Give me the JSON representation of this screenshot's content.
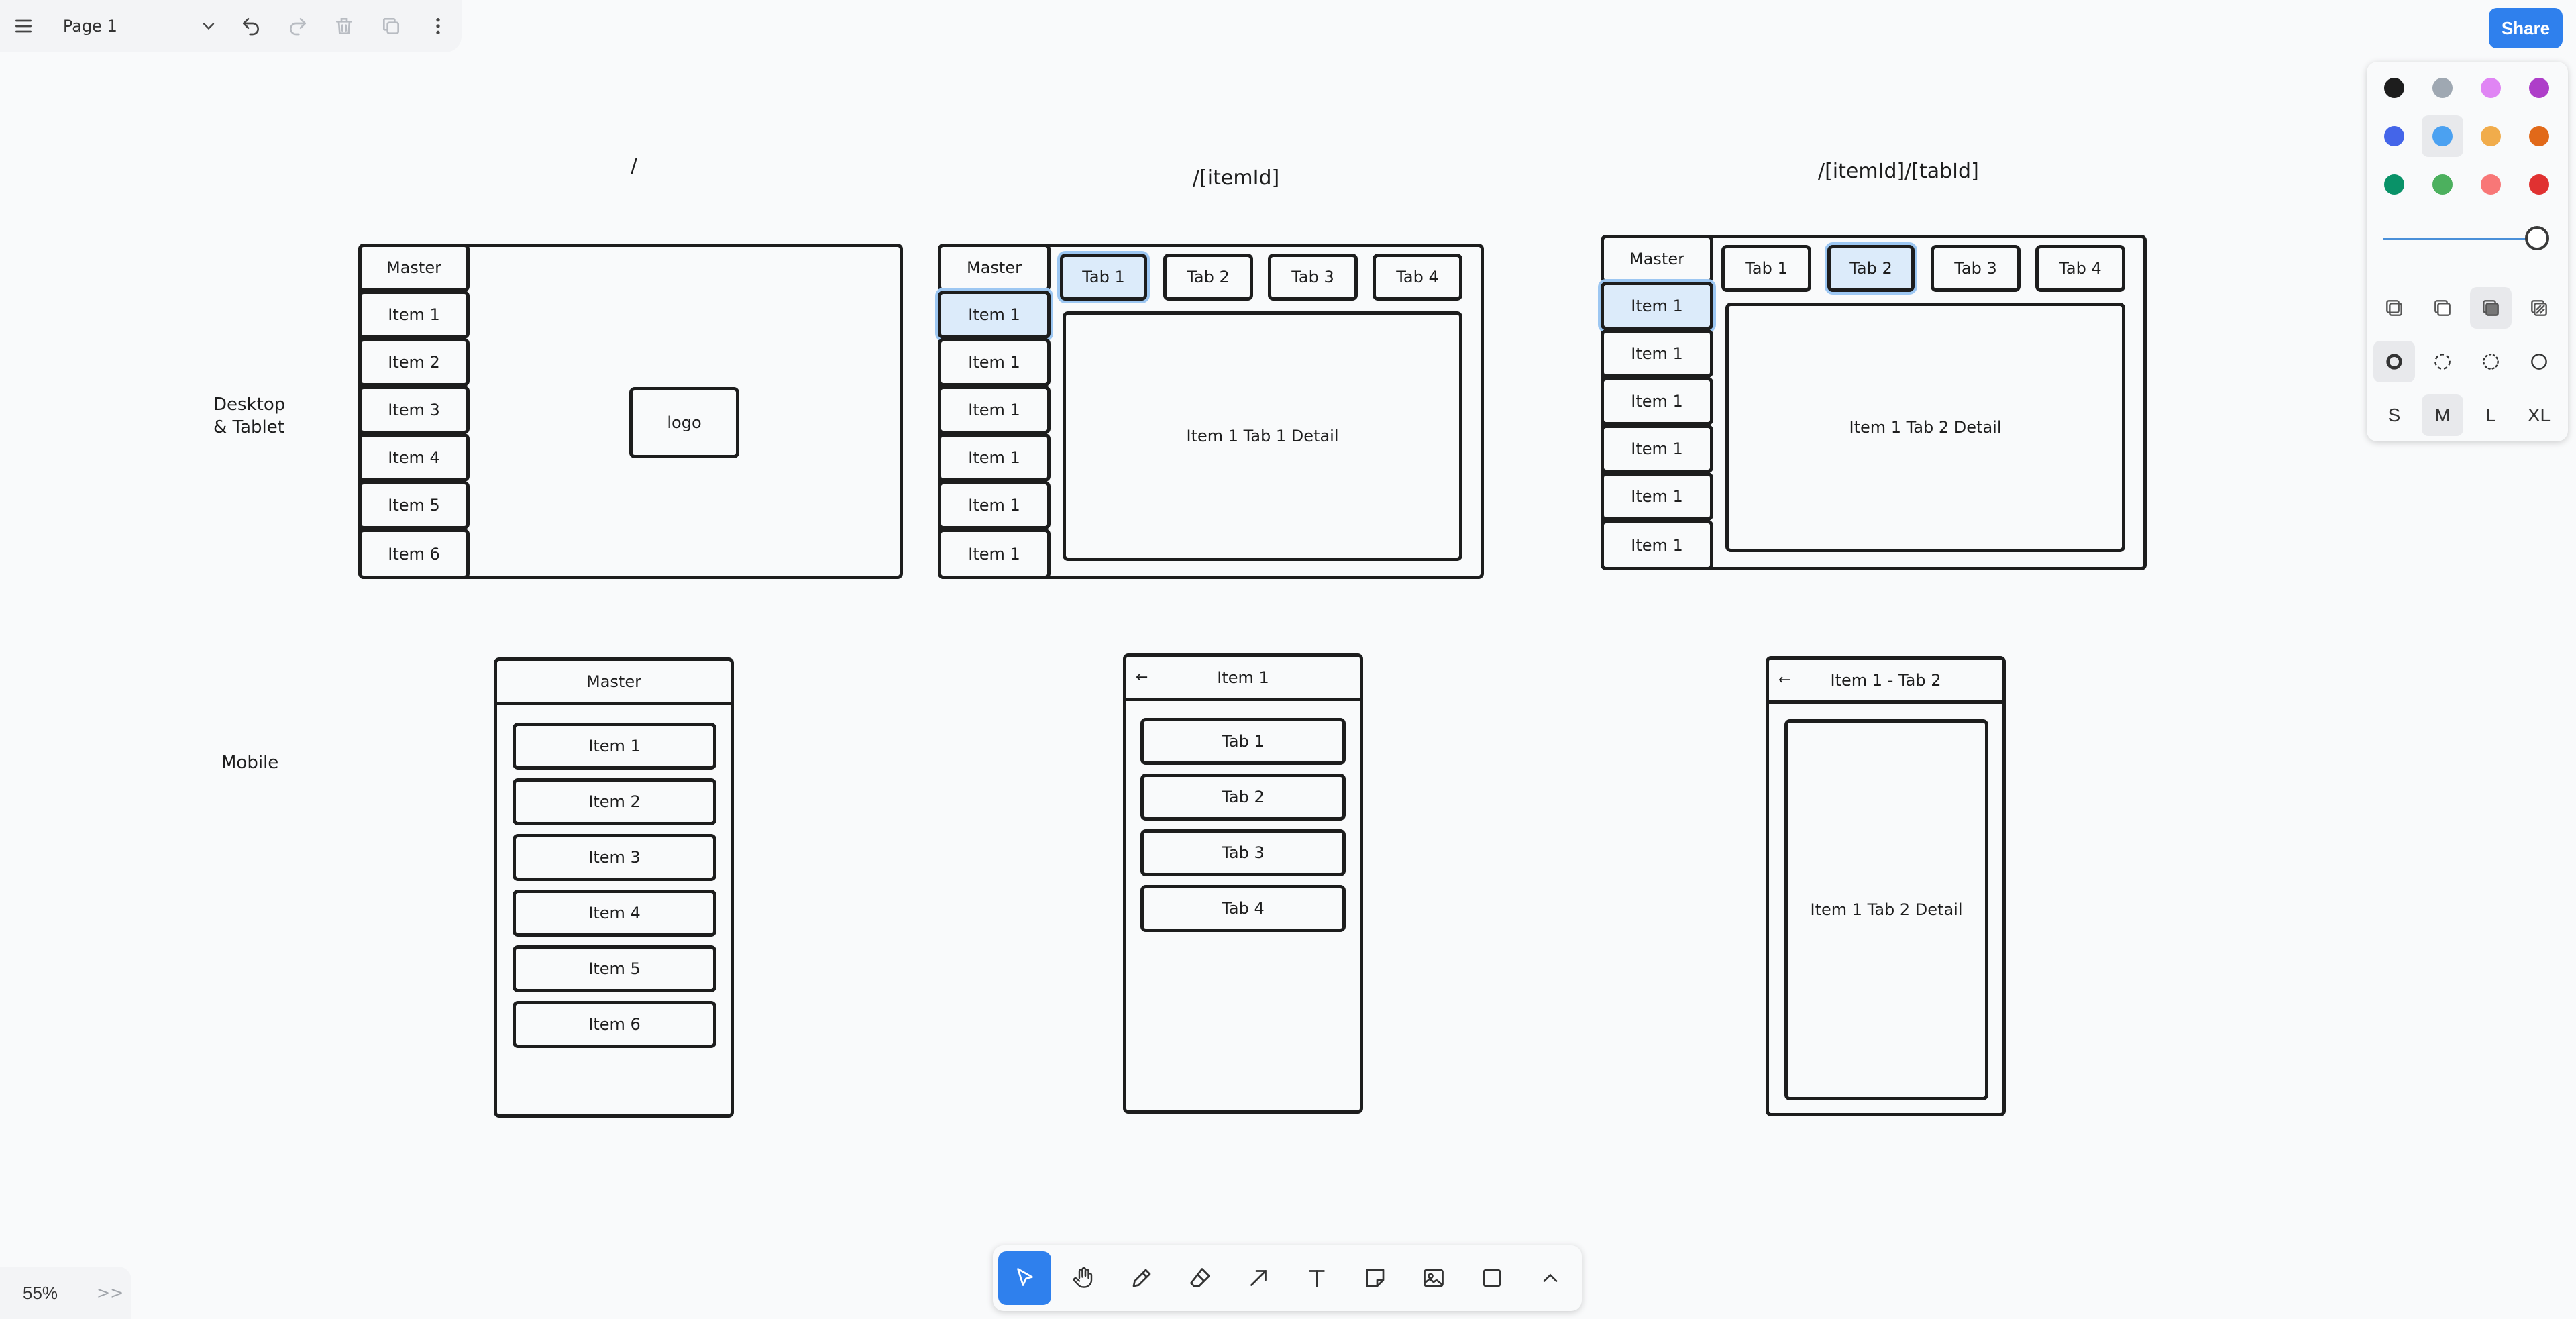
{
  "toolbar": {
    "page_name": "Page 1"
  },
  "share_label": "Share",
  "style_panel": {
    "colors": [
      "#1d1d1d",
      "#9fa8b2",
      "#e085f4",
      "#ae3ec9",
      "#4465e9",
      "#4ba1f1",
      "#f1ac4b",
      "#e16919",
      "#099268",
      "#4cb05e",
      "#f87777",
      "#e03131"
    ],
    "selected_color": "#4ba1f1",
    "sizes": [
      "S",
      "M",
      "L",
      "XL"
    ],
    "selected_size": "M"
  },
  "canvas": {
    "route_root": "/",
    "route_item": "/[itemId]",
    "route_tab": "/[itemId]/[tabId]",
    "desktop_label_1": "Desktop",
    "desktop_label_2": "& Tablet",
    "mobile_label": "Mobile",
    "master": "Master",
    "logo": "logo",
    "items": [
      "Item 1",
      "Item 2",
      "Item 3",
      "Item 4",
      "Item 5",
      "Item 6"
    ],
    "repeat_item": "Item 1",
    "tabs": [
      "Tab 1",
      "Tab 2",
      "Tab 3",
      "Tab 4"
    ],
    "detail_tab1": "Item 1 Tab 1 Detail",
    "detail_tab2": "Item 1 Tab 2 Detail",
    "mobile_item_header": "Item 1",
    "mobile_tab_header": "Item 1 - Tab 2",
    "back_arrow": "←"
  },
  "zoom": {
    "level": "55%",
    "expand": ">>"
  }
}
